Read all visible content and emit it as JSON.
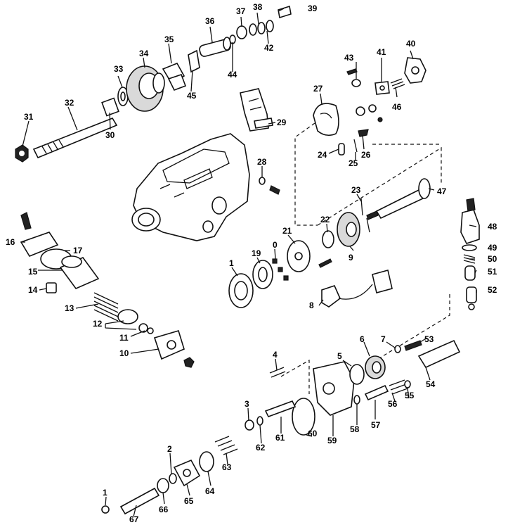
{
  "labels": {
    "n0": "0",
    "n1a": "1",
    "n1b": "1",
    "n2": "2",
    "n3": "3",
    "n4": "4",
    "n5": "5",
    "n6": "6",
    "n7": "7",
    "n8": "8",
    "n9": "9",
    "n10": "10",
    "n11": "11",
    "n12": "12",
    "n13": "13",
    "n14": "14",
    "n15": "15",
    "n16": "16",
    "n17": "17",
    "n19": "19",
    "n21": "21",
    "n22": "22",
    "n23": "23",
    "n24": "24",
    "n25": "25",
    "n26": "26",
    "n27": "27",
    "n28": "28",
    "n29": "29",
    "n30": "30",
    "n31": "31",
    "n32": "32",
    "n33": "33",
    "n34": "34",
    "n35": "35",
    "n36": "36",
    "n37": "37",
    "n38": "38",
    "n39": "39",
    "n40": "40",
    "n41": "41",
    "n42": "42",
    "n43": "43",
    "n44": "44",
    "n45": "45",
    "n46": "46",
    "n47": "47",
    "n48": "48",
    "n49": "49",
    "n50": "50",
    "n51": "51",
    "n52": "52",
    "n53": "53",
    "n54": "54",
    "n55": "55",
    "n56": "56",
    "n57": "57",
    "n58": "58",
    "n59": "59",
    "n60": "60",
    "n61": "61",
    "n62": "62",
    "n63": "63",
    "n64": "64",
    "n65": "65",
    "n66": "66",
    "n67": "67"
  }
}
